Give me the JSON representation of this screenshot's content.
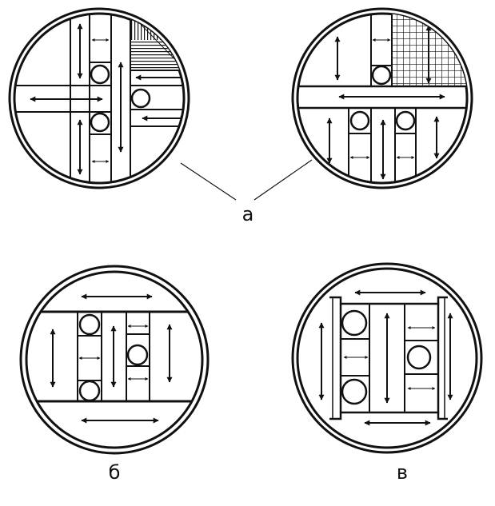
{
  "labels": {
    "a": "а",
    "b": "б",
    "v": "в"
  },
  "colors": {
    "ink": "#111111",
    "paper": "#ffffff"
  }
}
